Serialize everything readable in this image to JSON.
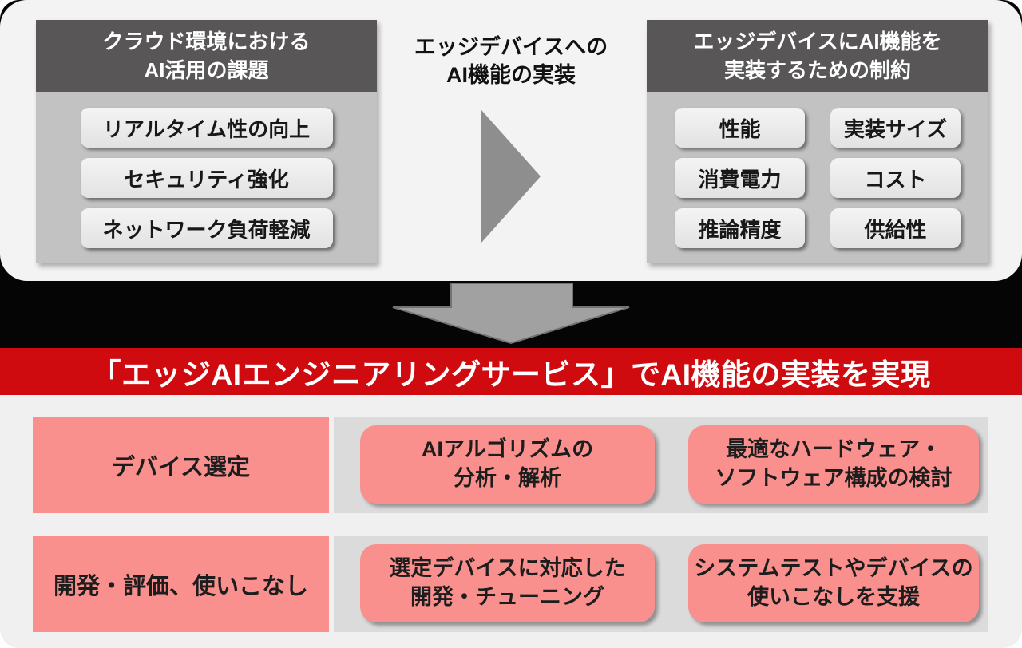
{
  "top": {
    "left_box": {
      "title": "クラウド環境における\nAI活用の課題",
      "items": [
        "リアルタイム性の向上",
        "セキュリティ強化",
        "ネットワーク負荷軽減"
      ]
    },
    "middle": {
      "label": "エッジデバイスへの\nAI機能の実装"
    },
    "right_box": {
      "title": "エッジデバイスにAI機能を\n実装するための制約",
      "items": [
        "性能",
        "実装サイズ",
        "消費電力",
        "コスト",
        "推論精度",
        "供給性"
      ]
    }
  },
  "banner": {
    "text": "「エッジAIエンジニアリングサービス」でAI機能の実装を実現"
  },
  "process": {
    "rows": [
      {
        "label": "デバイス選定",
        "steps": [
          {
            "text": "AIアルゴリズムの\n分析・解析"
          },
          {
            "text": "最適なハードウェア・\nソフトウェア構成の検討"
          }
        ]
      },
      {
        "label": "開発・評価、使いこなし",
        "steps": [
          {
            "text": "選定デバイスに対応した\n開発・チューニング"
          },
          {
            "text": "システムテストやデバイスの\n使いこなしを支援"
          }
        ]
      }
    ]
  },
  "icons": {
    "right_arrow": "▶",
    "down_arrow": "⬇"
  },
  "colors": {
    "banner_red": "#cf0b10",
    "pink": "#f9908e",
    "header_gray": "#585656",
    "box_body_gray": "#c3c2c2",
    "row_band_gray": "#dcdbdb",
    "arrow_gray": "#a2a1a1",
    "triangle_gray": "#8f8e8e",
    "black_band": "#050505",
    "panel_light": "#f4f3f3"
  }
}
